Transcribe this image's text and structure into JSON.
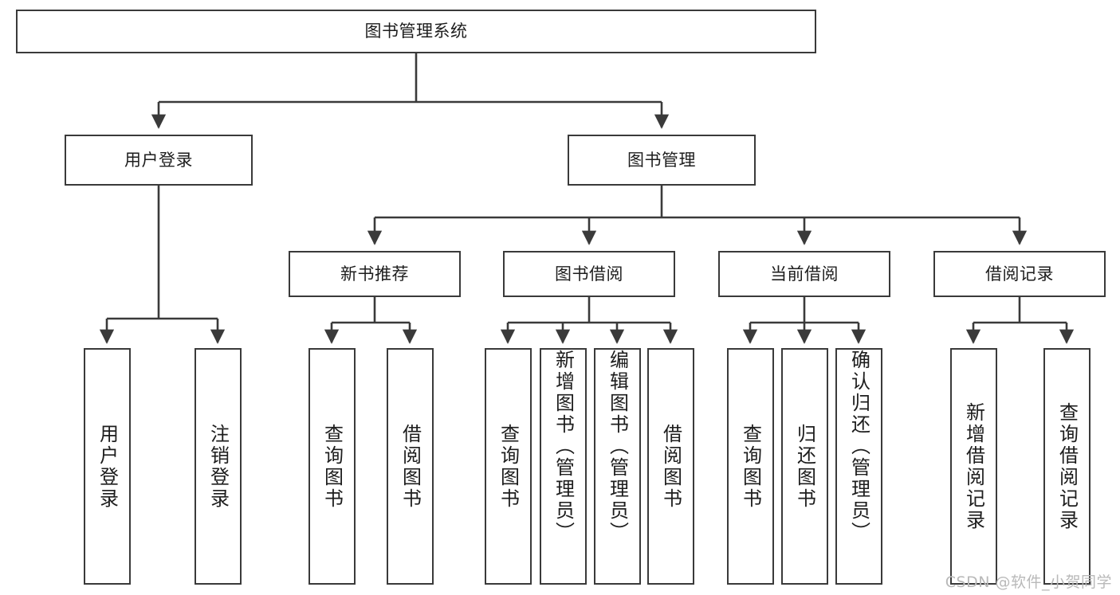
{
  "diagram": {
    "title": "图书管理系统",
    "type": "hierarchy-tree",
    "watermark": "CSDN @软件_小贺同学",
    "colors": {
      "border": "#3a3a3a",
      "background": "#ffffff",
      "text": "#1d1d1d",
      "watermark": "#b9b9b9"
    },
    "root": {
      "label": "图书管理系统"
    },
    "level2": [
      {
        "label": "用户登录"
      },
      {
        "label": "图书管理"
      }
    ],
    "level3": [
      {
        "label": "新书推荐"
      },
      {
        "label": "图书借阅"
      },
      {
        "label": "当前借阅"
      },
      {
        "label": "借阅记录"
      }
    ],
    "leaves": [
      {
        "label": "用户登录",
        "parent": "用户登录"
      },
      {
        "label": "注销登录",
        "parent": "用户登录"
      },
      {
        "label": "查询图书",
        "parent": "新书推荐"
      },
      {
        "label": "借阅图书",
        "parent": "新书推荐"
      },
      {
        "label": "查询图书",
        "parent": "图书借阅"
      },
      {
        "label": "新增图书（管理员）",
        "parent": "图书借阅"
      },
      {
        "label": "编辑图书（管理员）",
        "parent": "图书借阅"
      },
      {
        "label": "借阅图书",
        "parent": "图书借阅"
      },
      {
        "label": "查询图书",
        "parent": "当前借阅"
      },
      {
        "label": "归还图书",
        "parent": "当前借阅"
      },
      {
        "label": "确认归还（管理员）",
        "parent": "当前借阅"
      },
      {
        "label": "新增借阅记录",
        "parent": "借阅记录"
      },
      {
        "label": "查询借阅记录",
        "parent": "借阅记录"
      }
    ]
  }
}
